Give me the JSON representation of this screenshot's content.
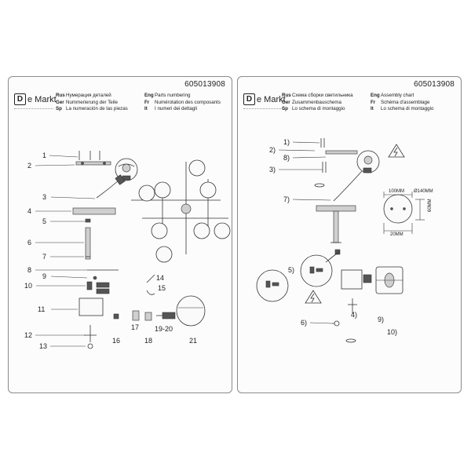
{
  "left_page": {
    "code": "605013908",
    "logo": {
      "mark": "D",
      "text": "e Markt"
    },
    "header": [
      {
        "lang": "Rus",
        "text": "Нумерация деталей"
      },
      {
        "lang": "Eng",
        "text": "Parts numbering"
      },
      {
        "lang": "Ger",
        "text": "Nummerierung der Teile"
      },
      {
        "lang": "Fr",
        "text": "Numérotation des composants"
      },
      {
        "lang": "Sp",
        "text": "La numeración de las piezas"
      },
      {
        "lang": "It",
        "text": "I numeri dei dettagli"
      }
    ],
    "callouts": [
      "1",
      "2",
      "3",
      "4",
      "5",
      "6",
      "7",
      "8",
      "9",
      "10",
      "11",
      "12",
      "13",
      "14",
      "15",
      "16",
      "17",
      "18",
      "19",
      "20",
      "21"
    ]
  },
  "right_page": {
    "code": "605013908",
    "logo": {
      "mark": "D",
      "text": "e Markt"
    },
    "header": [
      {
        "lang": "Rus",
        "text": "Схема сборки светильника"
      },
      {
        "lang": "Eng",
        "text": "Assembly chart"
      },
      {
        "lang": "Ger",
        "text": "Zusammenbauschema"
      },
      {
        "lang": "Fr",
        "text": "Schéma d'assemblage"
      },
      {
        "lang": "Sp",
        "text": "Lo schema di montaggio"
      },
      {
        "lang": "It",
        "text": "Lo schema di montaggio"
      }
    ],
    "callouts": [
      "1)",
      "2)",
      "8)",
      "3)",
      "7)",
      "5)",
      "6)",
      "4)",
      "9)",
      "10)"
    ],
    "dimensions": {
      "width_top": "100MM",
      "diameter": "Ø140MM",
      "height": "60MM",
      "width_bottom": "20MM"
    }
  }
}
